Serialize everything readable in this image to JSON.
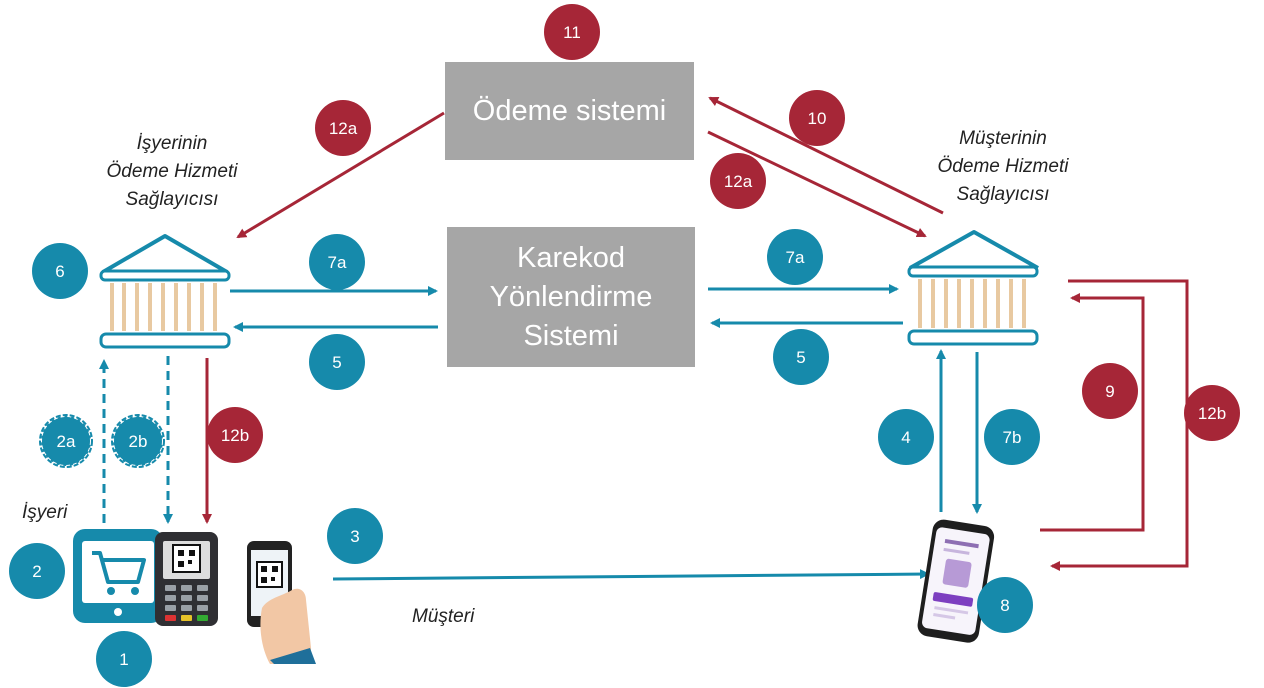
{
  "colors": {
    "blue": "#168aab",
    "red": "#a62637",
    "box_gray": "#a6a6a6"
  },
  "boxes": {
    "payment_system": "Ödeme sistemi",
    "qr_routing": [
      "Karekod",
      "Yönlendirme",
      "Sistemi"
    ]
  },
  "labels": {
    "merchant_psp": [
      "İşyerinin",
      "Ödeme Hizmeti",
      "Sağlayıcısı"
    ],
    "customer_psp": [
      "Müşterinin",
      "Ödeme Hizmeti",
      "Sağlayıcısı"
    ],
    "merchant": "İşyeri",
    "customer": "Müşteri"
  },
  "badges": [
    {
      "id": "b11",
      "text": "11",
      "color": "red"
    },
    {
      "id": "b12a_left",
      "text": "12a",
      "color": "red"
    },
    {
      "id": "b10",
      "text": "10",
      "color": "red"
    },
    {
      "id": "b12a_right",
      "text": "12a",
      "color": "red"
    },
    {
      "id": "b6",
      "text": "6",
      "color": "blue"
    },
    {
      "id": "b7a_left",
      "text": "7a",
      "color": "blue"
    },
    {
      "id": "b7a_right",
      "text": "7a",
      "color": "blue"
    },
    {
      "id": "b5_left",
      "text": "5",
      "color": "blue"
    },
    {
      "id": "b5_right",
      "text": "5",
      "color": "blue"
    },
    {
      "id": "b2a",
      "text": "2a",
      "color": "blue",
      "dashed": true
    },
    {
      "id": "b2b",
      "text": "2b",
      "color": "blue",
      "dashed": true
    },
    {
      "id": "b12b_left",
      "text": "12b",
      "color": "red"
    },
    {
      "id": "b9",
      "text": "9",
      "color": "red"
    },
    {
      "id": "b12b_right",
      "text": "12b",
      "color": "red"
    },
    {
      "id": "b4",
      "text": "4",
      "color": "blue"
    },
    {
      "id": "b7b",
      "text": "7b",
      "color": "blue"
    },
    {
      "id": "b3",
      "text": "3",
      "color": "blue"
    },
    {
      "id": "b2",
      "text": "2",
      "color": "blue"
    },
    {
      "id": "b1",
      "text": "1",
      "color": "blue"
    },
    {
      "id": "b8",
      "text": "8",
      "color": "blue"
    }
  ]
}
